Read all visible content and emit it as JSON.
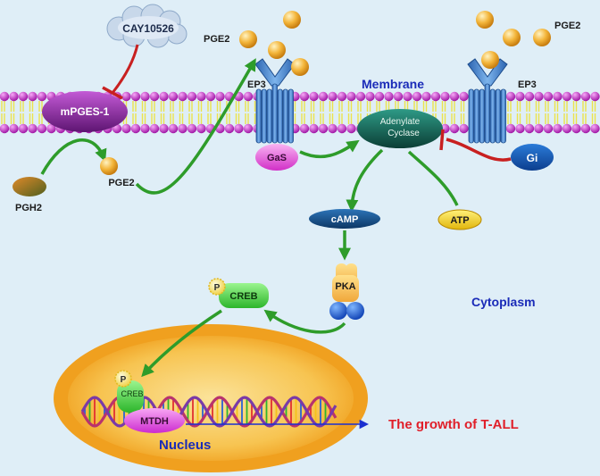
{
  "labels": {
    "inhibitor": "CAY10526",
    "enzyme": "mPGES-1",
    "substrate": "PGH2",
    "product_inner": "PGE2",
    "product_outer_left": "PGE2",
    "product_outer_right": "PGE2",
    "receptor_left": "EP3",
    "receptor_right": "EP3",
    "membrane": "Membrane",
    "adenylate_line1": "Adenylate",
    "adenylate_line2": "Cyclase",
    "gas": "GaS",
    "gi": "Gi",
    "camp": "cAMP",
    "atp": "ATP",
    "pka": "PKA",
    "creb": "CREB",
    "phospho": "P",
    "nuclear_phospho": "P",
    "nuclear_creb": "CREB",
    "mtdh": "MTDH",
    "cytoplasm": "Cytoplasm",
    "nucleus": "Nucleus",
    "outcome": "The growth of T-ALL"
  },
  "colors": {
    "background": "#dfeef7",
    "membrane_head": "#c227c9",
    "membrane_tail": "#ece34b",
    "activation_arrow": "#2e9c2a",
    "inhibition": "#c82020",
    "outcome_arrow": "#1a2fd0",
    "outcome_text": "#e0202a",
    "label_blue": "#1a2bb8",
    "nucleus_outer": "#f3a21f",
    "nucleus_inner": "#f8d06a"
  }
}
